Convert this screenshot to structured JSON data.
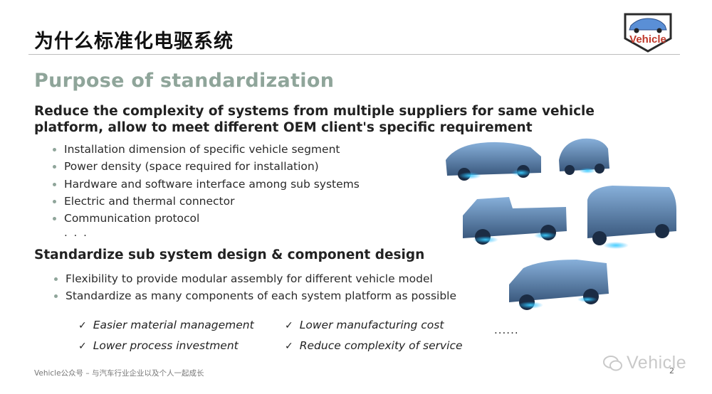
{
  "header": {
    "title": "为什么标准化电驱系统",
    "logo_text": "Vehicle"
  },
  "subtitle": "Purpose of standardization",
  "section1": {
    "heading": "Reduce the complexity of systems from multiple suppliers for same vehicle platform, allow to meet different OEM client's specific requirement",
    "bullets": [
      "Installation dimension of specific vehicle segment",
      "Power density (space required for installation)",
      "Hardware and software interface among sub systems",
      "Electric and thermal connector",
      "Communication protocol"
    ],
    "ellipsis": ". . ."
  },
  "section2": {
    "heading": "Standardize sub system design & component design",
    "bullets": [
      "Flexibility to provide modular assembly for different vehicle model",
      "Standardize as many components of each system platform as possible"
    ]
  },
  "benefits": [
    "Easier material management",
    "Lower manufacturing cost",
    "Lower process investment",
    "Reduce complexity of service"
  ],
  "check_mark": "✓",
  "more_dots": "......",
  "footer": "Vehicle公众号 – 与汽车行业企业以及个人一起成长",
  "page_number": "2",
  "watermark": "Vehicle",
  "colors": {
    "accent": "#8fa59a",
    "car_blue": "#3a6ea5",
    "motor_glow": "#1fb4ff"
  }
}
